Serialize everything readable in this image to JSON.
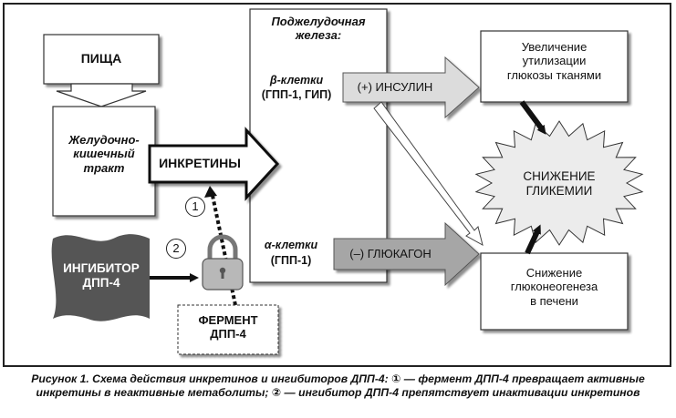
{
  "food": "ПИЩА",
  "gi_tract": "Желудочно-\nкишечный\nтракт",
  "incretins": "ИНКРЕТИНЫ",
  "pancreas": {
    "title": "Поджелудочная\nжелеза:",
    "beta_cells": "β-клетки",
    "beta_hormones": "(ГПП-1, ГИП)",
    "alpha_cells": "α-клетки",
    "alpha_hormones": "(ГПП-1)"
  },
  "insulin": "(+) ИНСУЛИН",
  "glucagon": "(–) ГЛЮКАГОН",
  "glucose_utilization": "Увеличение\nутилизации\nглюкозы тканями",
  "gluconeogenesis": "Снижение\nглюконеогенеза\nв печени",
  "glycemia": "СНИЖЕНИЕ\nГЛИКЕМИИ",
  "inhibitor": "ИНГИБИТОР\nДПП-4",
  "enzyme": "ФЕРМЕНТ\nДПП-4",
  "marker_1": "1",
  "marker_2": "2",
  "caption": "Рисунок 1. Схема действия инкретинов и ингибиторов ДПП-4: ① — фермент ДПП-4 превращает активные инкретины в неактивные метаболиты; ② — ингибитор ДПП-4 препятствует инактивации инкретинов",
  "colors": {
    "inhibitor_fill": "#555555",
    "glucagon_fill": "#a6a6a6",
    "insulin_fill": "#dcdcdc",
    "burst_fill": "#ececec",
    "lock_fill": "#b8b8b8"
  }
}
